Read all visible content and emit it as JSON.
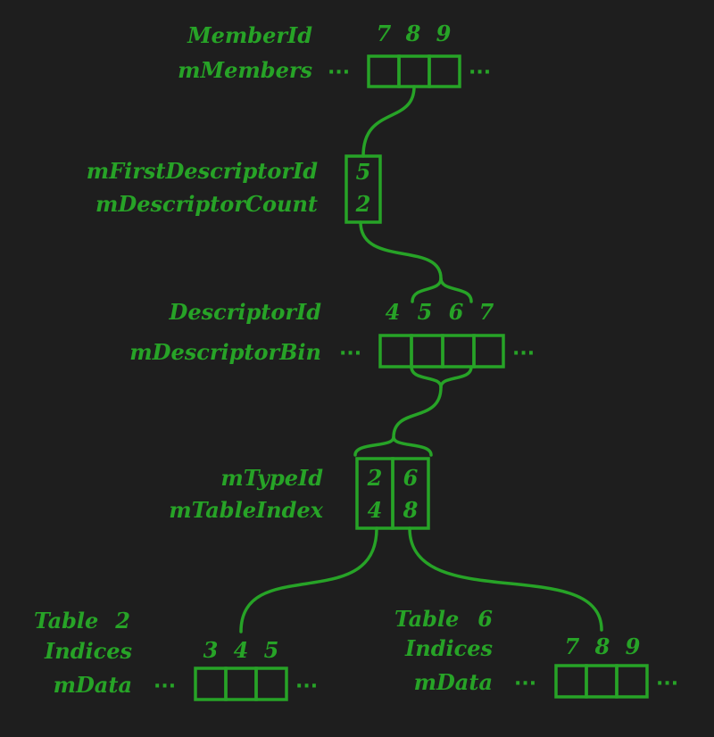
{
  "colors": {
    "background": "#1e1e1e",
    "accent": "#27a327"
  },
  "members": {
    "id_label": "MemberId",
    "ids": [
      "7",
      "8",
      "9"
    ],
    "array_label": "mMembers",
    "dots": "···"
  },
  "member": {
    "first_label": "mFirstDescriptorId",
    "first_value": "5",
    "count_label": "mDescriptorCount",
    "count_value": "2"
  },
  "descriptors": {
    "id_label": "DescriptorId",
    "ids": [
      "4",
      "5",
      "6",
      "7"
    ],
    "array_label": "mDescriptorBin",
    "dots": "···"
  },
  "descriptor": {
    "type_label": "mTypeId",
    "table_index_label": "mTableIndex",
    "cols": [
      {
        "type_id": "2",
        "table_index": "4"
      },
      {
        "type_id": "6",
        "table_index": "8"
      }
    ]
  },
  "tables": [
    {
      "table_word": "Table",
      "table_num": "2",
      "indices_label": "Indices",
      "indices": [
        "3",
        "4",
        "5"
      ],
      "data_label": "mData",
      "dots": "···"
    },
    {
      "table_word": "Table",
      "table_num": "6",
      "indices_label": "Indices",
      "indices": [
        "7",
        "8",
        "9"
      ],
      "data_label": "mData",
      "dots": "···"
    }
  ]
}
